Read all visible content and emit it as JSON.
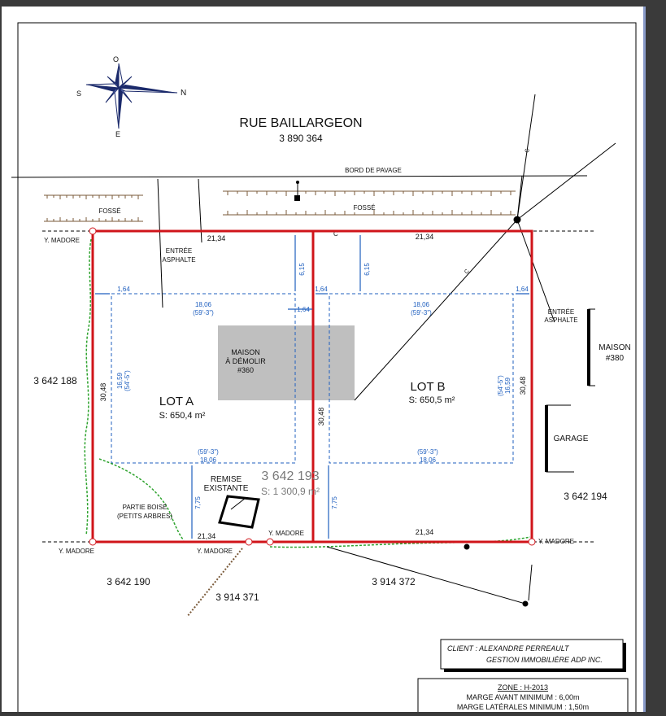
{
  "street": {
    "name": "RUE BAILLARGEON",
    "lot": "3 890 364",
    "edge_label": "BORD DE PAVAGE"
  },
  "compass": {
    "north": "N",
    "south": "S",
    "east": "E",
    "west": "O"
  },
  "labels": {
    "fosse": "FOSSÉ",
    "entree_asphalte": [
      "ENTRÉE",
      "ASPHALTE"
    ],
    "madore": "Y. MADORE",
    "maison_demolir": [
      "MAISON",
      "À DÉMOLIR",
      "#360"
    ],
    "maison380": [
      "MAISON",
      "#380"
    ],
    "garage": "GARAGE",
    "remise": [
      "REMISE",
      "EXISTANTE"
    ],
    "partie_boise": [
      "PARTIE BOISÉ",
      "(PETITS ARBRES)"
    ],
    "pole": "C"
  },
  "lots": {
    "lot_a": {
      "name": "LOT A",
      "area": "S: 650,4 m²"
    },
    "lot_b": {
      "name": "LOT B",
      "area": "S: 650,5 m²"
    },
    "main": {
      "number": "3 642 193",
      "area": "S: 1 300,9 m²"
    },
    "neighbors": {
      "west": "3 642 188",
      "east": "3 642 194",
      "sw": "3 642 190",
      "s_left": "3 914 371",
      "s_right": "3 914 372"
    }
  },
  "dimensions": {
    "front_width": "21,34",
    "depth": "30,48",
    "setback_front": "6,15",
    "setback_side": "1,64",
    "rear_setback": "7,75",
    "building_width": "18,06",
    "building_width_ft": "(59'-3\")",
    "building_depth": "16,59",
    "building_depth_ft": "(54'-5\")"
  },
  "client": {
    "line1": "CLIENT :  ALEXANDRE PERREAULT",
    "line2": "GESTION IMMOBILIÈRE ADP INC."
  },
  "zone": {
    "title": "ZONE : H-2013",
    "front": "MARGE AVANT MINIMUM : 6,00m",
    "side": "MARGE LATÉRALES MINIMUM : 1,50m"
  },
  "colors": {
    "lot_line": "#d0141a",
    "setback": "#1f5fbf",
    "hedge": "#2ea32e",
    "building": "#bfbfbf"
  }
}
